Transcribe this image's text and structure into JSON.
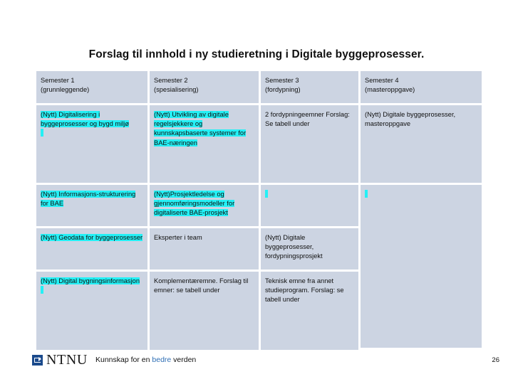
{
  "slide": {
    "title": "Forslag til innhold i ny studieretning i Digitale byggeprosesser."
  },
  "colors": {
    "highlight": "#24f0f5",
    "header_cell": "#c7cfdf",
    "body_cell_mid": "#ccd4e2",
    "body_cell_light": "#e6eaf2",
    "body_cell_pale": "#eef1f7",
    "logo_blue": "#1b4a8c",
    "tagline_accent": "#2f6fb5"
  },
  "table": {
    "headers": [
      {
        "line1": "Semester 1",
        "line2": "(grunnleggende)"
      },
      {
        "line1": "Semester 2",
        "line2": "(spesialisering)"
      },
      {
        "line1": "Semester 3",
        "line2": "(fordypning)"
      },
      {
        "line1": "Semester 4",
        "line2": "(masteroppgave)"
      }
    ],
    "rows": [
      {
        "c1": "(Nytt) Digitalisering i byggeprosesser og bygd miljø",
        "c2": "(Nytt) Utvikling av digitale regelsjekkere og kunnskapsbaserte systemer for BAE-næringen",
        "c3": "2 fordypningeemner Forslag: Se tabell under",
        "c4": "(Nytt) Digitale byggeprosesser, masteroppgave"
      },
      {
        "c1": "(Nytt) Informasjons-strukturering for BAE",
        "c2": "(Nytt)Prosjektledelse og gjennomføringsmodeller for digitaliserte BAE-prosjekt",
        "c3": "",
        "c4": ""
      },
      {
        "c1": "(Nytt) Geodata for byggeprosesser",
        "c2": "Eksperter i team",
        "c3": " (Nytt) Digitale byggeprosesser, fordypningsprosjekt",
        "c4": ""
      },
      {
        "c1": "(Nytt) Digital bygningsinformasjon",
        "c2": "Komplementæremne. Forslag til emner: se tabell under",
        "c3": "Teknisk emne fra annet studieprogram. Forslag: se tabell under",
        "c4": ""
      }
    ]
  },
  "footer": {
    "wordmark": "NTNU",
    "tagline_before": "Kunnskap for en ",
    "tagline_accent": "bedre",
    "tagline_after": " verden",
    "page_number": "26"
  }
}
